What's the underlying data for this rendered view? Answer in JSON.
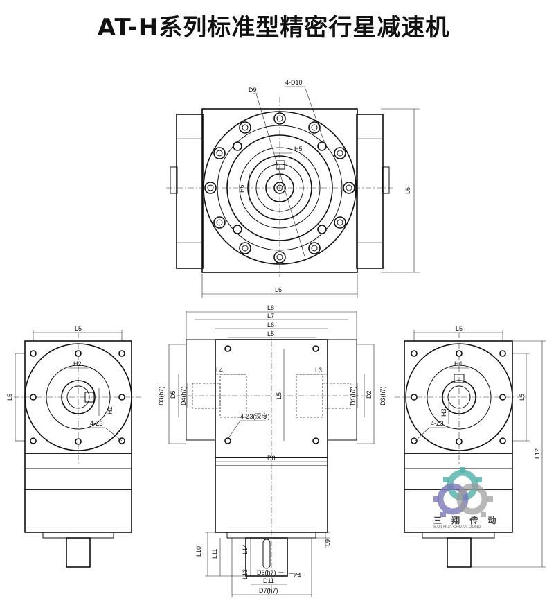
{
  "title": "AT-H系列标准型精密行星减速机",
  "labels": {
    "D9": "D9",
    "D10": "4-D10",
    "H5": "H5",
    "H6": "H6",
    "L6_top_right": "L6",
    "L6_top_bottom": "L6",
    "L8": "L8",
    "L7": "L7",
    "L6_front": "L6",
    "L5_front": "L5",
    "L4": "L4",
    "L3": "L3",
    "D3h7_left": "D3(h7)",
    "D5": "D5",
    "D4h7": "D4(h7)",
    "L5_front_v": "L5",
    "D1h7": "D1(h7)",
    "D2": "D2",
    "D3h7_right": "D3(h7)",
    "Z3_front": "4-Z3(深度)",
    "D8": "D8",
    "L10": "L10",
    "L11": "L11",
    "L14": "L14",
    "L13": "L13",
    "D6h7": "D6(h7)",
    "Z4": "Z4",
    "D11": "D11",
    "D7h7": "D7(h7)",
    "L9": "L9",
    "L5_left_top": "L5",
    "H2": "H2",
    "L5_left_v": "L5",
    "H1": "H1",
    "Z3_left": "4-Z3",
    "L5_right_top": "L5",
    "H4": "H4",
    "H3": "H3",
    "L5_right_v": "L5",
    "Z3_right": "4-Z3",
    "L12": "L12"
  },
  "logo": {
    "name_cn": "三 翔 传 动",
    "name_en": "SAN HUA CHUAN DONG",
    "colors": {
      "teal": "#4fb0a8",
      "purple": "#7a78b8",
      "gray": "#9a9a9a"
    }
  }
}
